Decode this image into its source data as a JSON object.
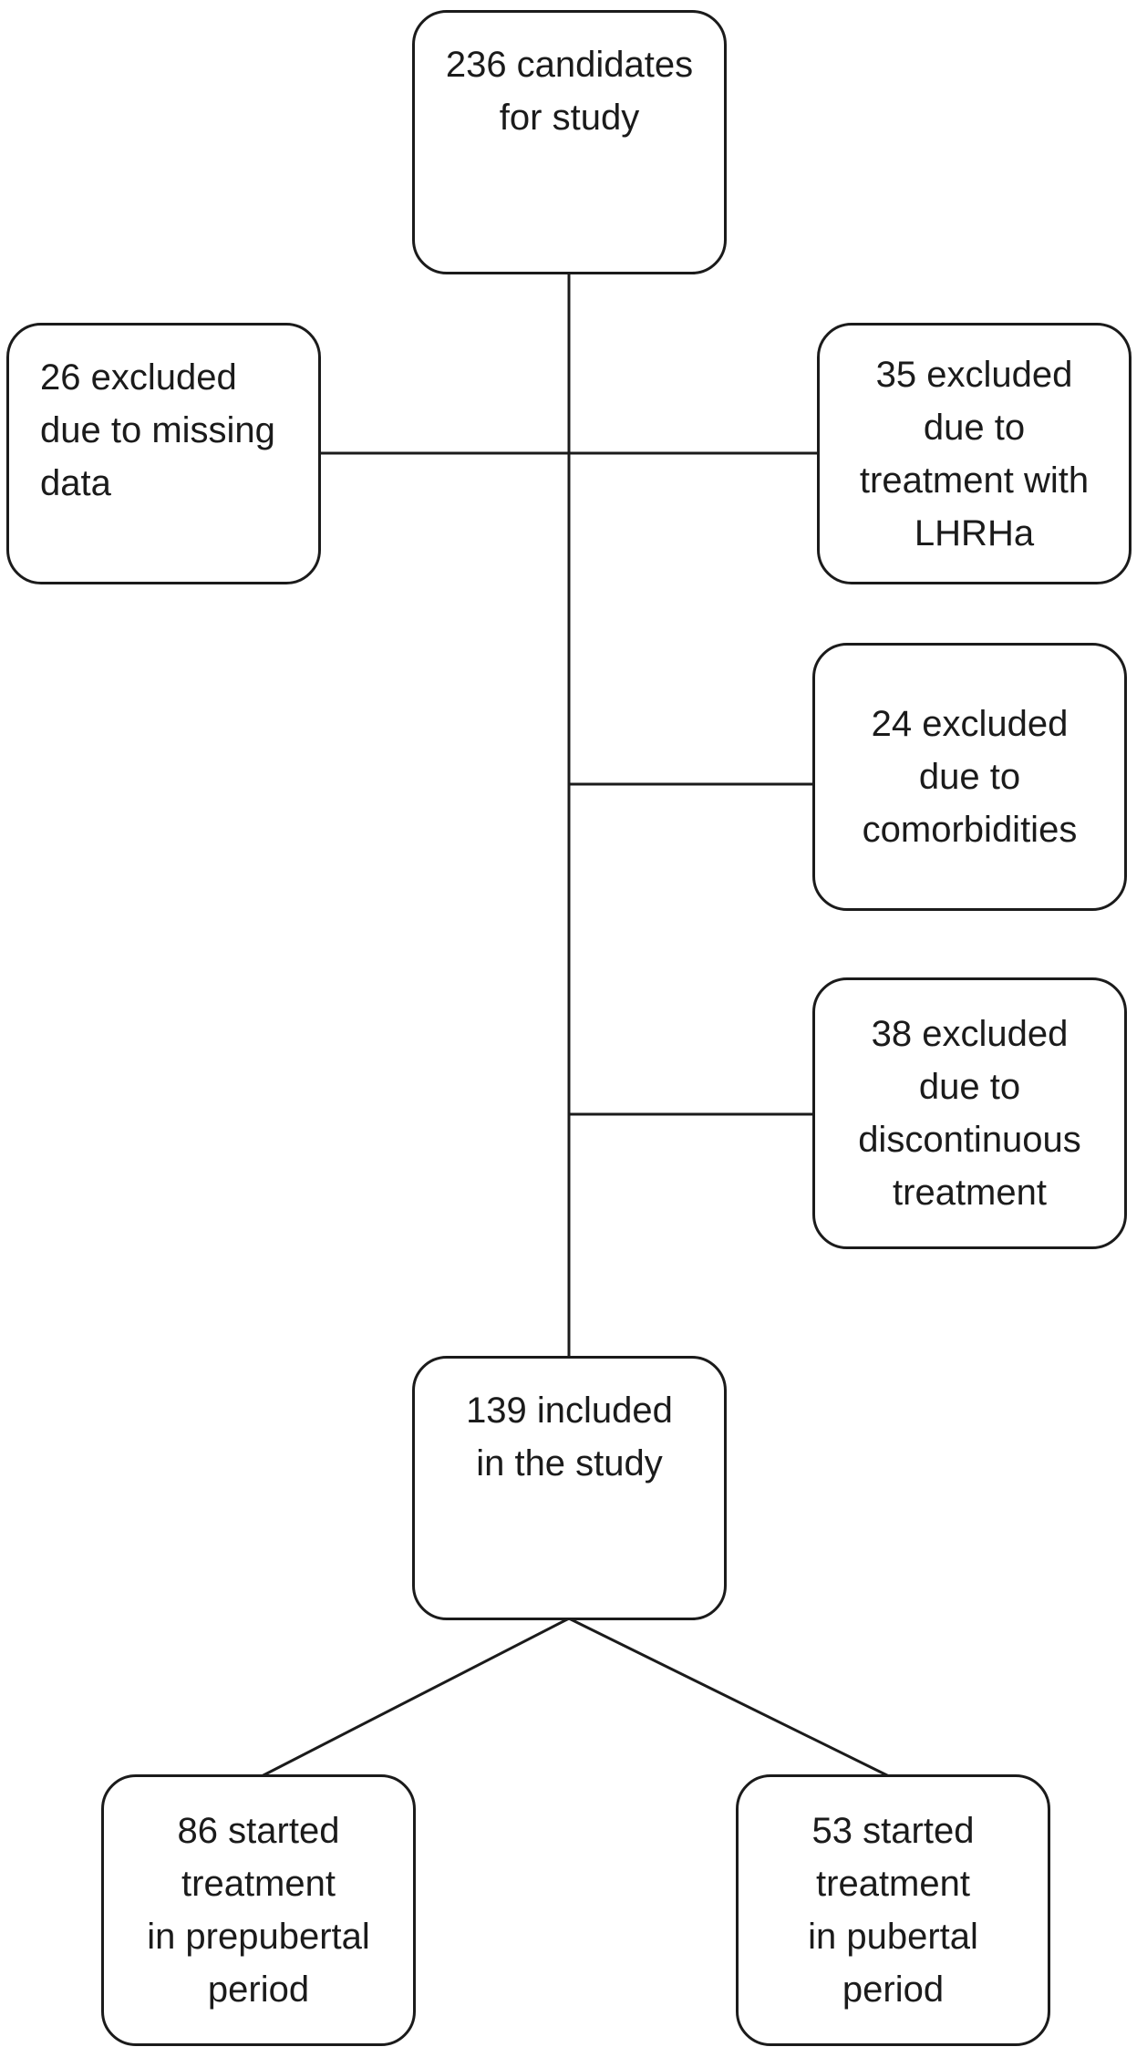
{
  "diagram": {
    "background_color": "#ffffff",
    "line_color": "#1b1b1b",
    "boxes": [
      {
        "name": "candidates-box",
        "lines": [
          "236 candidates",
          "for study"
        ]
      },
      {
        "name": "excluded-missing-data-box",
        "lines": [
          "26 excluded",
          "due to missing",
          "data"
        ]
      },
      {
        "name": "excluded-lhrha-box",
        "lines": [
          "35 excluded",
          "due to",
          "treatment with",
          "LHRHa"
        ]
      },
      {
        "name": "excluded-comorbidities-box",
        "lines": [
          "24 excluded",
          "due to",
          "comorbidities"
        ]
      },
      {
        "name": "excluded-discontinuous-box",
        "lines": [
          "38 excluded",
          "due to",
          "discontinuous",
          "treatment"
        ]
      },
      {
        "name": "included-box",
        "lines": [
          "139 included",
          "in the study"
        ]
      },
      {
        "name": "prepubertal-box",
        "lines": [
          "86 started",
          "treatment",
          "in prepubertal",
          "period"
        ]
      },
      {
        "name": "pubertal-box",
        "lines": [
          "53 started",
          "treatment",
          "in pubertal",
          "period"
        ]
      }
    ]
  }
}
